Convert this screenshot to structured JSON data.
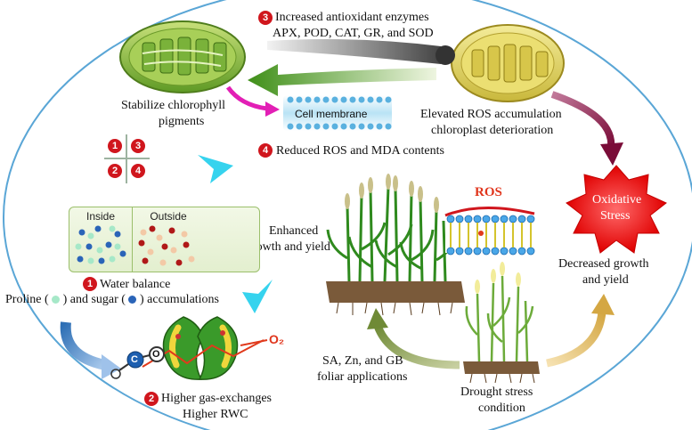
{
  "labels": {
    "antioxidant_line1": "Increased antioxidant enzymes",
    "antioxidant_line2": "APX, POD, CAT, GR, and SOD",
    "stabilize_line1": "Stabilize chlorophyll",
    "stabilize_line2": "pigments",
    "cell_membrane": "Cell membrane",
    "elevated_line1": "Elevated ROS accumulation",
    "elevated_line2": "chloroplast deterioration",
    "reduced_ros": "Reduced ROS and MDA contents",
    "enhanced_line1": "Enhanced",
    "enhanced_line2": "growth and yield",
    "ros": "ROS",
    "oxidative_line1": "Oxidative",
    "oxidative_line2": "Stress",
    "decreased_line1": "Decreased growth",
    "decreased_line2": "and yield",
    "inside": "Inside",
    "outside": "Outside",
    "water_balance": "Water balance",
    "proline_pre": "Proline (",
    "proline_mid": ") and sugar (",
    "proline_post": ") accumulations",
    "sa_line1": "SA, Zn, and GB",
    "sa_line2": "foliar applications",
    "drought_line1": "Drought stress",
    "drought_line2": "condition",
    "gas_line1": "Higher gas-exchanges",
    "gas_line2": "Higher RWC",
    "o2": "O₂",
    "co2_c": "C",
    "co2_o": "O"
  },
  "markers": {
    "one": "1",
    "two": "2",
    "three": "3",
    "four": "4"
  },
  "colors": {
    "marker_red": "#d0161d",
    "arrow_cyan": "#34d4ee",
    "chloroplast_green": "#86b83a",
    "chloroplast_yellow": "#e2d45a",
    "stress_red": "#ff1a1a",
    "arrow_purple": "#8a1545",
    "arrow_olive": "#8a9a4a",
    "arrow_tan": "#d9b35a",
    "proline_dot": "#a6e8c8",
    "sugar_dot": "#2a64b8"
  }
}
